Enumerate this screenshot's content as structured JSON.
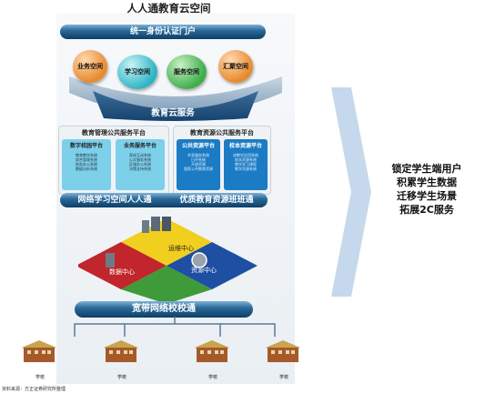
{
  "title": "人人通教育云空间",
  "identity_portal": "统一身份认证门户",
  "spaces": [
    {
      "label": "业务空间",
      "color": "#e8892c"
    },
    {
      "label": "学习空间",
      "color": "#2db4c4"
    },
    {
      "label": "服务空间",
      "color": "#3cae4a"
    },
    {
      "label": "汇聚空间",
      "color": "#e8892c"
    }
  ],
  "cloud_service": "教育云服务",
  "mgmt_platform": {
    "title": "教育管理公共服务平台",
    "boxes": [
      {
        "title": "数字校园平台",
        "lines": [
          "教育教学系统",
          "综合管理系统",
          "校务办公系统",
          "数据分析系统"
        ]
      },
      {
        "title": "业务服务平台",
        "lines": [
          "家校互动系统",
          "公文服务系统",
          "区域办公系统",
          "决策支持系统"
        ]
      }
    ]
  },
  "resource_platform": {
    "title": "教育资源公共服务平台",
    "boxes": [
      {
        "title": "公共资源平台",
        "lines": [
          "共享服务系统",
          "日评系统",
          "开放资源",
          "国家公共教育资源"
        ]
      },
      {
        "title": "校本资源平台",
        "lines": [
          "成教学应用系统",
          "校本资源系统",
          "教学学习课程",
          "教学资源系统"
        ]
      }
    ]
  },
  "pipe_mid_left": "网络学习空间人人通",
  "pipe_mid_right": "优质教育资源班班通",
  "center_labels": {
    "ops": "运维中心",
    "data": "数据中心",
    "resource": "资源中心"
  },
  "broadband": "宽带网络校校通",
  "schools": [
    "学校",
    "学校",
    "学校",
    "学校"
  ],
  "caption": "资料来源：方正证券研究所整理",
  "right_lines": [
    "锁定学生端用户",
    "积累学生数据",
    "迁移学生场景",
    "拓展2C服务"
  ],
  "colors": {
    "arrow": "#c5d8ec",
    "pipe_dark": "#0d3f66",
    "diamond_red": "#c0262b",
    "diamond_yellow": "#f1cf1f",
    "diamond_blue": "#1e4fa3",
    "diamond_green": "#3f9a39"
  }
}
